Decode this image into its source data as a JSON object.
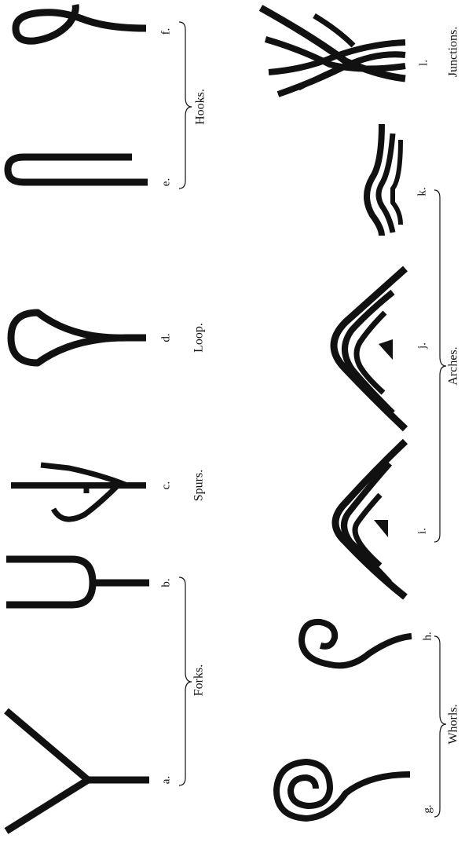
{
  "figures": [
    {
      "id": "a",
      "label": "a."
    },
    {
      "id": "b",
      "label": "b."
    },
    {
      "id": "c",
      "label": "c."
    },
    {
      "id": "d",
      "label": "d."
    },
    {
      "id": "e",
      "label": "e."
    },
    {
      "id": "f",
      "label": "f."
    },
    {
      "id": "g",
      "label": "g."
    },
    {
      "id": "h",
      "label": "h."
    },
    {
      "id": "i",
      "label": "i."
    },
    {
      "id": "j",
      "label": "j."
    },
    {
      "id": "k",
      "label": "k."
    },
    {
      "id": "l",
      "label": "l."
    }
  ],
  "groups": {
    "forks": "Forks.",
    "spurs": "Spurs.",
    "loop": "Loop.",
    "hooks": "Hooks.",
    "whorls": "Whorls.",
    "arches": "Arches.",
    "junctions": "Junctions."
  },
  "ink_color": "#111111",
  "paper_color": "#ffffff"
}
